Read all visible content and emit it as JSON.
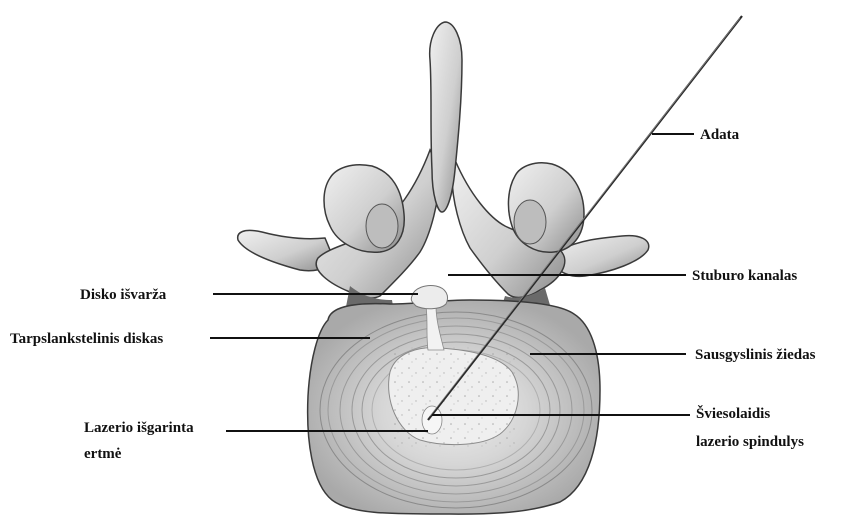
{
  "labels": {
    "adata": "Adata",
    "stuburo_kanalas": "Stuburo kanalas",
    "disko_isvarza": "Disko išvarža",
    "tarpslankstelinis_diskas": "Tarpslankstelinis diskas",
    "sausgyslinis_ziedas": "Sausgyslinis žiedas",
    "lazerio_isgarinta_1": "Lazerio išgarinta",
    "lazerio_isgarinta_2": "ertmė",
    "sviesolaidis_1": "Šviesolaidis",
    "sviesolaidis_2": "lazerio spindulys"
  },
  "colors": {
    "bone": "#d9d9d9",
    "bone_shadow": "#8a8a8a",
    "outline": "#3a3a3a",
    "disc": "#cfcfcf",
    "nucleus": "#ececec",
    "leader": "#111111"
  }
}
